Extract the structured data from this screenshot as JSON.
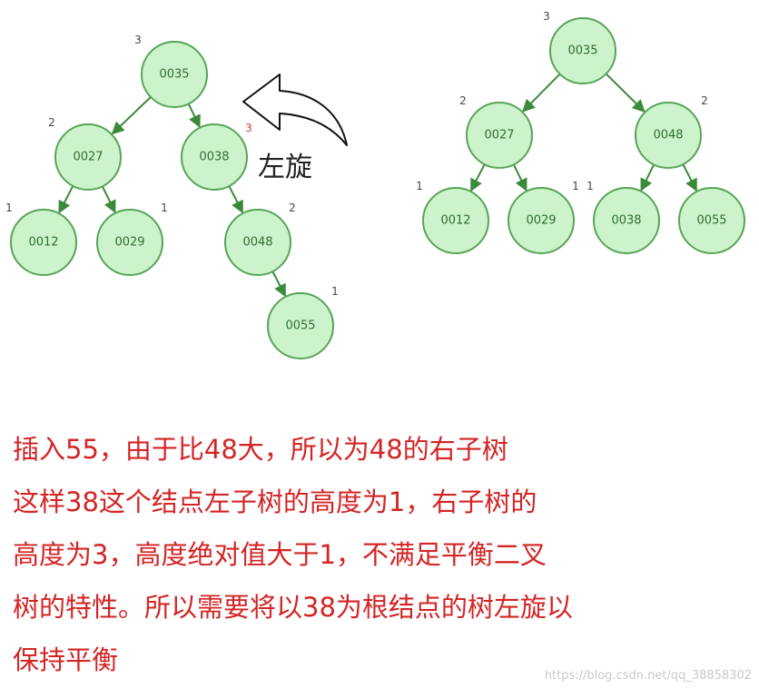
{
  "diagrams": [
    {
      "nodes": [
        {
          "id": "n35",
          "key": "0035",
          "height": "3"
        },
        {
          "id": "n27",
          "key": "0027",
          "height": "2"
        },
        {
          "id": "n38",
          "key": "0038",
          "height": "3",
          "alert": true
        },
        {
          "id": "n12",
          "key": "0012",
          "height": "1"
        },
        {
          "id": "n29",
          "key": "0029",
          "height": "1"
        },
        {
          "id": "n48",
          "key": "0048",
          "height": "2"
        },
        {
          "id": "n55",
          "key": "0055",
          "height": "1"
        }
      ],
      "edges": [
        [
          "n35",
          "n27"
        ],
        [
          "n35",
          "n38"
        ],
        [
          "n27",
          "n12"
        ],
        [
          "n27",
          "n29"
        ],
        [
          "n38",
          "n48"
        ],
        [
          "n48",
          "n55"
        ]
      ]
    },
    {
      "nodes": [
        {
          "id": "m35",
          "key": "0035",
          "height": "3"
        },
        {
          "id": "m27",
          "key": "0027",
          "height": "2"
        },
        {
          "id": "m48",
          "key": "0048",
          "height": "2"
        },
        {
          "id": "m12",
          "key": "0012",
          "height": "1"
        },
        {
          "id": "m29",
          "key": "0029",
          "height": "1"
        },
        {
          "id": "m38",
          "key": "0038",
          "height": "1"
        },
        {
          "id": "m55",
          "key": "0055",
          "height": ""
        }
      ],
      "edges": [
        [
          "m35",
          "m27"
        ],
        [
          "m35",
          "m48"
        ],
        [
          "m27",
          "m12"
        ],
        [
          "m27",
          "m29"
        ],
        [
          "m48",
          "m38"
        ],
        [
          "m48",
          "m55"
        ]
      ]
    }
  ],
  "rotation_label": "左旋",
  "explanation_lines": [
    "插入55，由于比48大，所以为48的右子树",
    "这样38这个结点左子树的高度为1，右子树的",
    "高度为3，高度绝对值大于1，不满足平衡二叉",
    "树的特性。所以需要将以38为根结点的树左旋以",
    "保持平衡"
  ],
  "watermark": "https://blog.csdn.net/qq_38858302"
}
